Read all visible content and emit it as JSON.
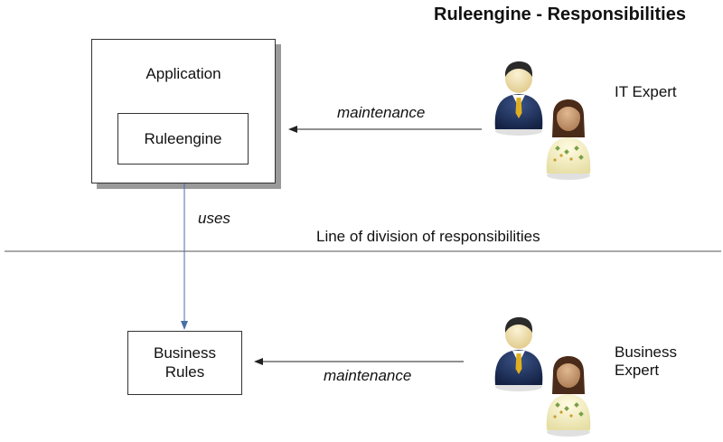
{
  "title": "Ruleengine - Responsibilities",
  "application": {
    "label": "Application",
    "inner_label": "Ruleengine"
  },
  "business_rules": {
    "line1": "Business",
    "line2": "Rules"
  },
  "uses_label": "uses",
  "division_label": "Line of division of responsibilities",
  "maintenance_top": "maintenance",
  "maintenance_bottom": "maintenance",
  "it_expert": "IT Expert",
  "business_expert": {
    "line1": "Business",
    "line2": "Expert"
  },
  "colors": {
    "arrow_blue": "#4a6ea9",
    "arrow_dark": "#222222",
    "suit": "#1e2f5a",
    "skin_light": "#f3e2b5",
    "skin_tan": "#c89a70",
    "hair_dark": "#2a2a2a",
    "hair_brown": "#4a2a18",
    "blouse": "#f5f0c8"
  },
  "icons": [
    "man-figure-icon",
    "woman-figure-icon"
  ]
}
